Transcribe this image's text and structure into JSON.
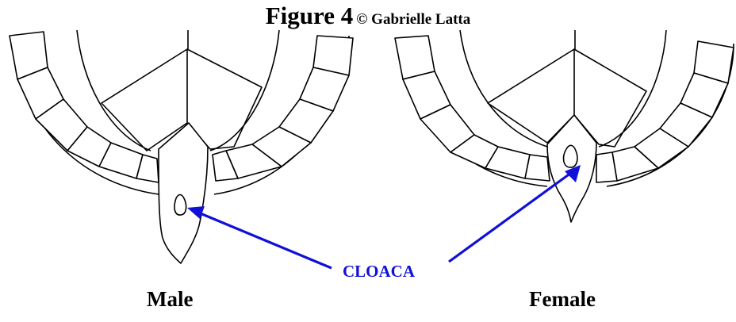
{
  "title": {
    "main": "Figure 4",
    "credit": "© Gabrielle Latta"
  },
  "labels": {
    "male": "Male",
    "female": "Female",
    "cloaca": "CLOACA"
  },
  "colors": {
    "outline": "#000000",
    "annotation": "#1010d8",
    "background": "#ffffff"
  }
}
